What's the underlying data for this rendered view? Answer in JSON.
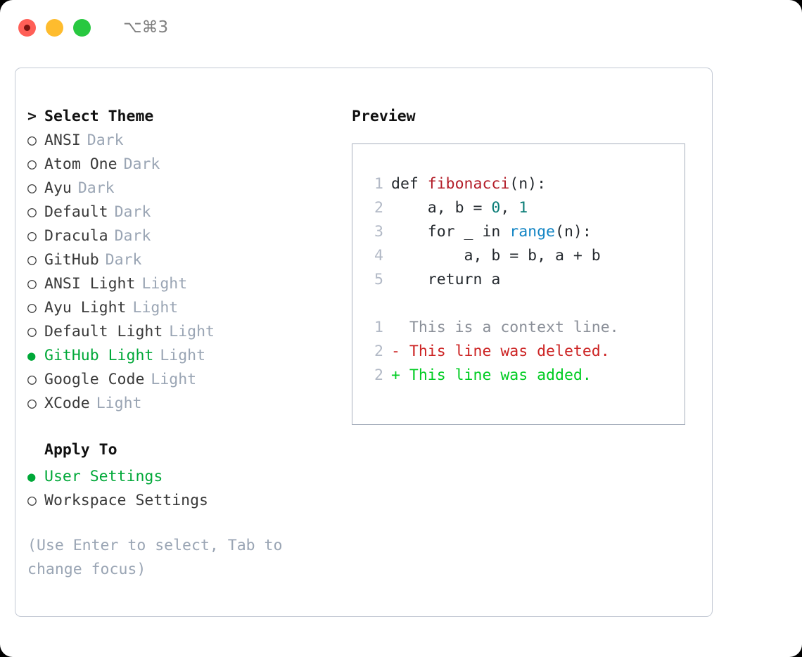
{
  "titlebar": {
    "shortcut": "⌥⌘3",
    "buttons": [
      "close",
      "minimize",
      "maximize"
    ]
  },
  "theme_panel": {
    "header_marker": ">",
    "header": "Select Theme",
    "items": [
      {
        "marker": "○",
        "name": "ANSI",
        "kind": "Dark",
        "selected": false
      },
      {
        "marker": "○",
        "name": "Atom One",
        "kind": "Dark",
        "selected": false
      },
      {
        "marker": "○",
        "name": "Ayu",
        "kind": "Dark",
        "selected": false
      },
      {
        "marker": "○",
        "name": "Default",
        "kind": "Dark",
        "selected": false
      },
      {
        "marker": "○",
        "name": "Dracula",
        "kind": "Dark",
        "selected": false
      },
      {
        "marker": "○",
        "name": "GitHub",
        "kind": "Dark",
        "selected": false
      },
      {
        "marker": "○",
        "name": "ANSI Light",
        "kind": "Light",
        "selected": false
      },
      {
        "marker": "○",
        "name": "Ayu Light",
        "kind": "Light",
        "selected": false
      },
      {
        "marker": "○",
        "name": "Default Light",
        "kind": "Light",
        "selected": false
      },
      {
        "marker": "●",
        "name": "GitHub Light",
        "kind": "Light",
        "selected": true
      },
      {
        "marker": "○",
        "name": "Google Code",
        "kind": "Light",
        "selected": false
      },
      {
        "marker": "○",
        "name": "XCode",
        "kind": "Light",
        "selected": false
      }
    ]
  },
  "apply_to": {
    "header": "Apply To",
    "items": [
      {
        "marker": "●",
        "name": "User Settings",
        "selected": true
      },
      {
        "marker": "○",
        "name": "Workspace Settings",
        "selected": false
      }
    ]
  },
  "hint": "(Use Enter to select, Tab to change focus)",
  "preview": {
    "title": "Preview",
    "code_lines": [
      {
        "no": "1",
        "segments": [
          {
            "t": "def ",
            "c": "plain"
          },
          {
            "t": "fibonacci",
            "c": "fn"
          },
          {
            "t": "(n):",
            "c": "plain"
          }
        ]
      },
      {
        "no": "2",
        "segments": [
          {
            "t": "    a, b = ",
            "c": "plain"
          },
          {
            "t": "0",
            "c": "num"
          },
          {
            "t": ", ",
            "c": "plain"
          },
          {
            "t": "1",
            "c": "num"
          }
        ]
      },
      {
        "no": "3",
        "segments": [
          {
            "t": "    for _ in ",
            "c": "plain"
          },
          {
            "t": "range",
            "c": "call"
          },
          {
            "t": "(n):",
            "c": "plain"
          }
        ]
      },
      {
        "no": "4",
        "segments": [
          {
            "t": "        a, b = b, a + b",
            "c": "plain"
          }
        ]
      },
      {
        "no": "5",
        "segments": [
          {
            "t": "    return a",
            "c": "plain"
          }
        ]
      }
    ],
    "diff_lines": [
      {
        "no": "1",
        "sign": " ",
        "text": "This is a context line.",
        "kind": "ctx"
      },
      {
        "no": "2",
        "sign": "-",
        "text": "This line was deleted.",
        "kind": "del"
      },
      {
        "no": "2",
        "sign": "+",
        "text": "This line was added.",
        "kind": "add"
      }
    ]
  },
  "colors": {
    "selected_green": "#00a838",
    "muted_label": "#9aa5b4",
    "diff_add": "#00cc22",
    "diff_del": "#cc2222",
    "token_function": "#b31d28",
    "token_number": "#0a7d77",
    "token_call": "#1184c4"
  }
}
